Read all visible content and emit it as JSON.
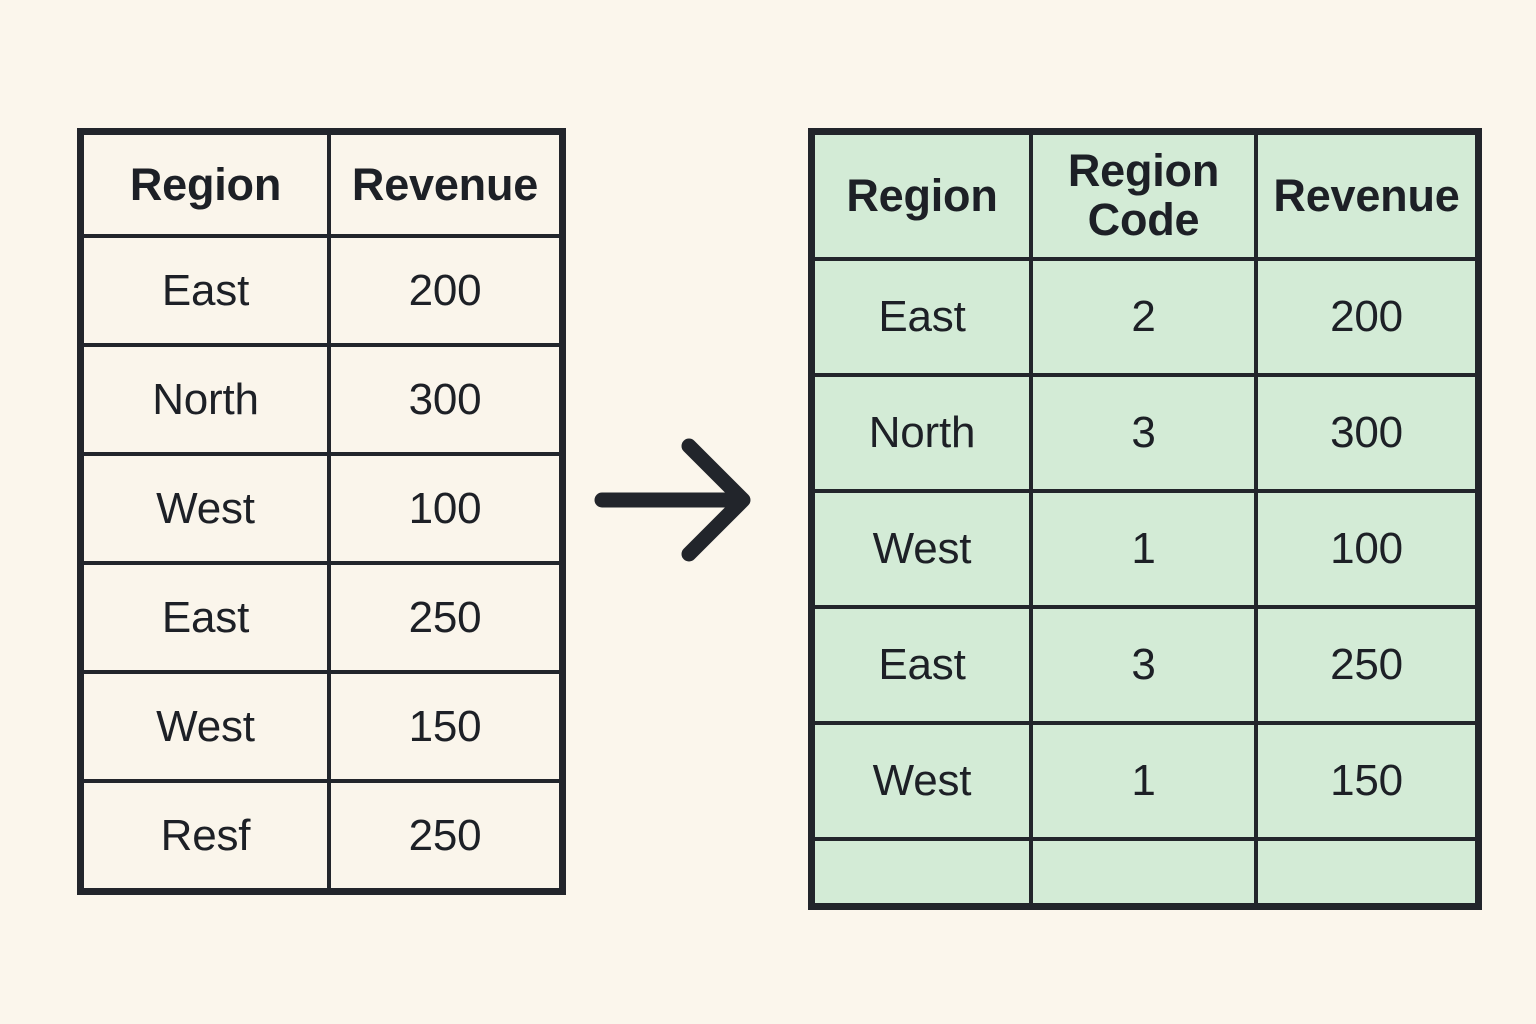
{
  "theme": {
    "background": "#FBF6EC",
    "border": "#22252B",
    "text": "#1D2026",
    "source_cell_bg": "#FAF5EB",
    "result_cell_bg": "#D3EBD6"
  },
  "source_table": {
    "name": "Region Revenue source table",
    "columns": [
      "Region",
      "Revenue"
    ],
    "rows": [
      {
        "region": "East",
        "revenue": "200"
      },
      {
        "region": "North",
        "revenue": "300"
      },
      {
        "region": "West",
        "revenue": "100"
      },
      {
        "region": "East",
        "revenue": "250"
      },
      {
        "region": "West",
        "revenue": "150"
      },
      {
        "region": "Resf",
        "revenue": "250"
      }
    ]
  },
  "arrow": {
    "icon": "arrow-right-icon",
    "direction": "right"
  },
  "result_table": {
    "name": "Region Revenue result table with Region Code",
    "columns": [
      "Region",
      "Region Code",
      "Revenue"
    ],
    "column_lines": {
      "region": "Region",
      "region_code_line1": "Region",
      "region_code_line2": "Code",
      "revenue": "Revenue"
    },
    "rows": [
      {
        "region": "East",
        "code": "2",
        "revenue": "200"
      },
      {
        "region": "North",
        "code": "3",
        "revenue": "300"
      },
      {
        "region": "West",
        "code": "1",
        "revenue": "100"
      },
      {
        "region": "East",
        "code": "3",
        "revenue": "250"
      },
      {
        "region": "West",
        "code": "1",
        "revenue": "150"
      },
      {
        "region": "",
        "code": "",
        "revenue": ""
      }
    ]
  }
}
